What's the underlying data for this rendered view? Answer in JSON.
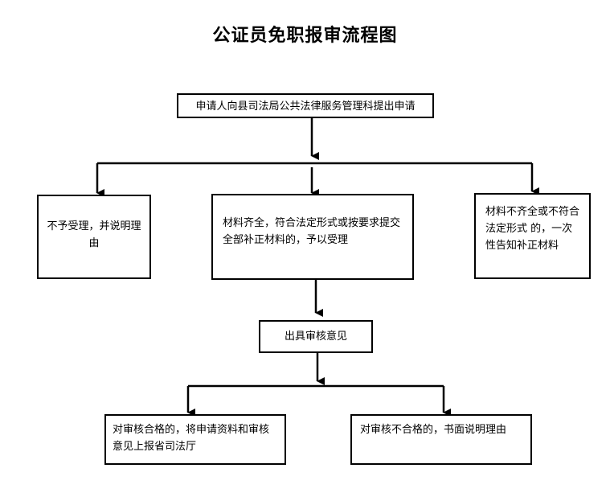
{
  "title": "公证员免职报审流程图",
  "nodes": {
    "apply": "申请人向县司法局公共法律服务管理科提出申请",
    "reject": "不予受理，并说明理由",
    "accept": "材料齐全，符合法定形式或按要求提交全部补正材料的，予以受理",
    "incomplete": "材料不齐全或不符合法定形式 的，一次性告知补正材料",
    "review": "出具审核意见",
    "pass": "对审核合格的，将申请资料和审核意见上报省司法厅",
    "fail": "对审核不合格的，书面说明理由"
  },
  "colors": {
    "line": "#000000",
    "box_border": "#000000",
    "background": "#ffffff"
  }
}
